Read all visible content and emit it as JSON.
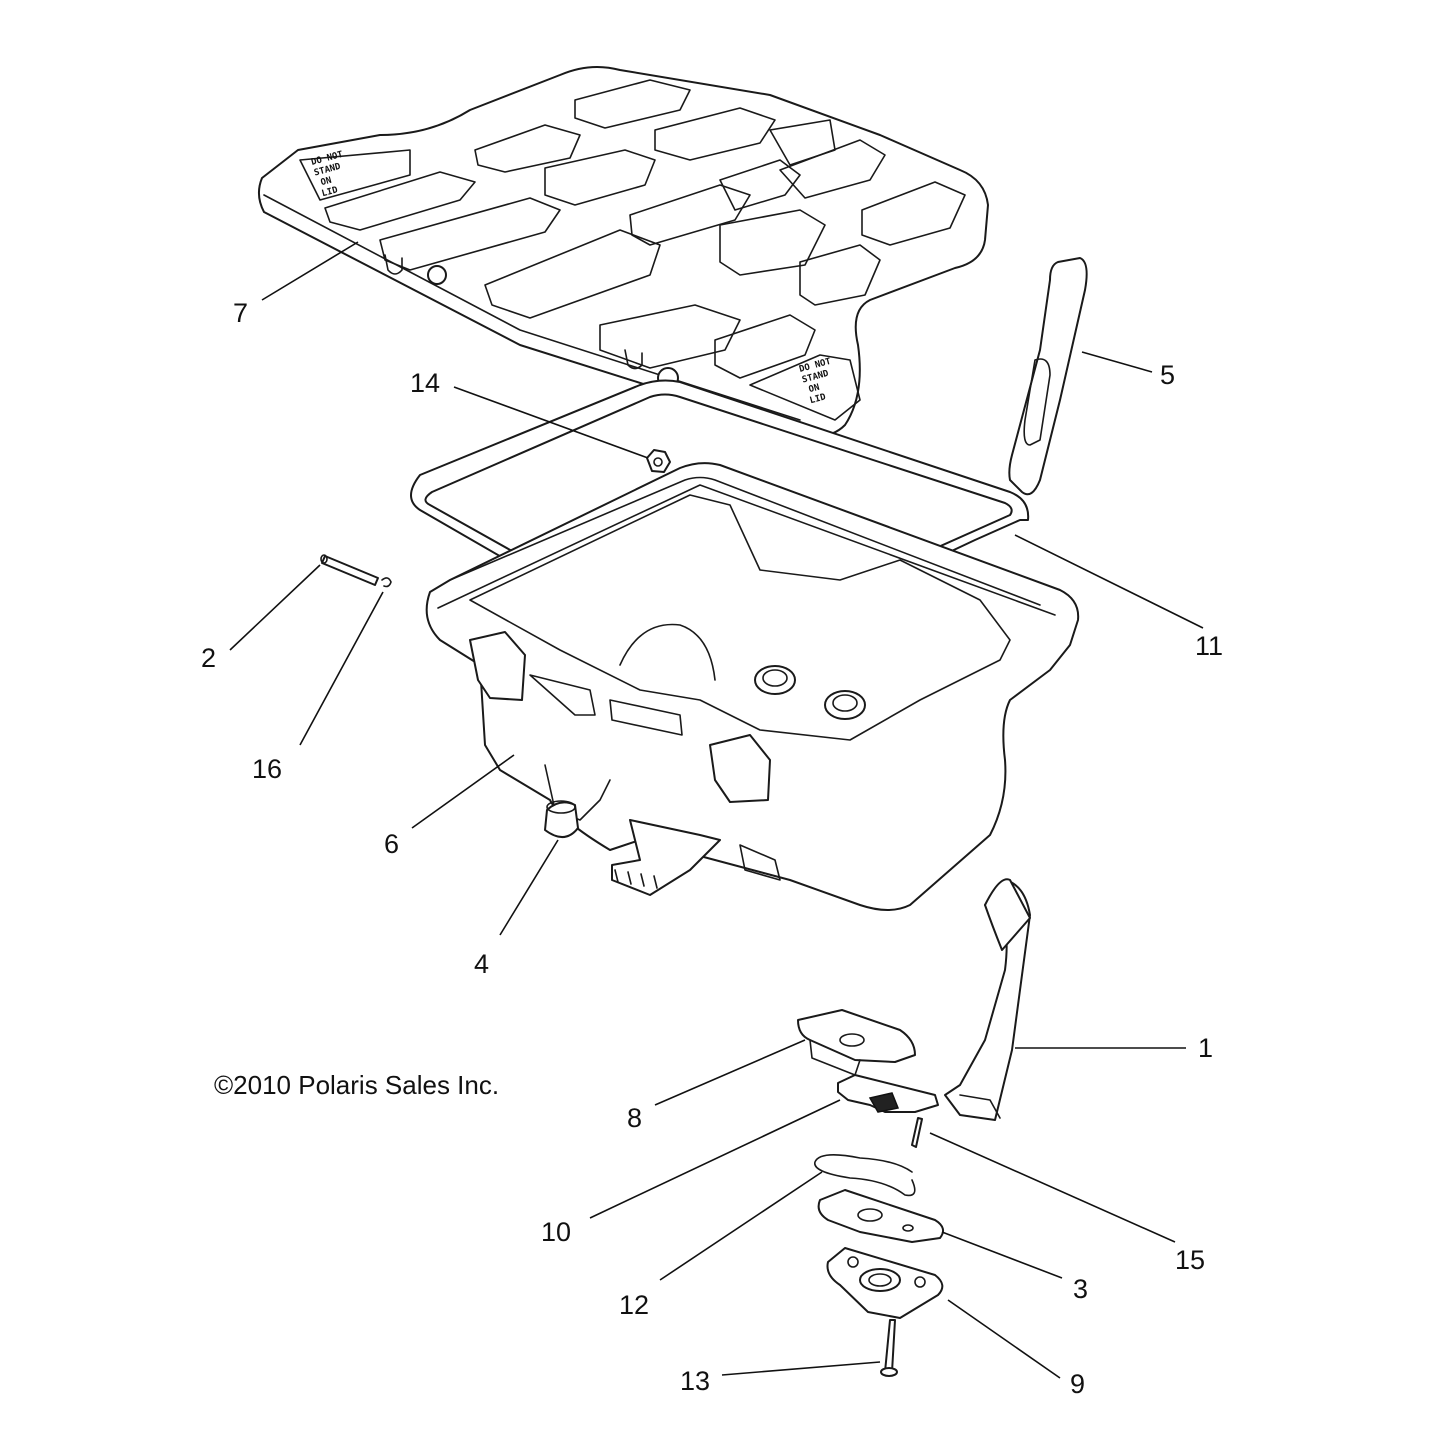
{
  "copyright": "©2010 Polaris Sales Inc.",
  "lid_label_lines": [
    "DO NOT",
    "STAND",
    "ON",
    "LID"
  ],
  "callouts": {
    "c1": "1",
    "c2": "2",
    "c3": "3",
    "c4": "4",
    "c5": "5",
    "c6": "6",
    "c7": "7",
    "c8": "8",
    "c9": "9",
    "c10": "10",
    "c11": "11",
    "c12": "12",
    "c13": "13",
    "c14": "14",
    "c15": "15",
    "c16": "16"
  }
}
